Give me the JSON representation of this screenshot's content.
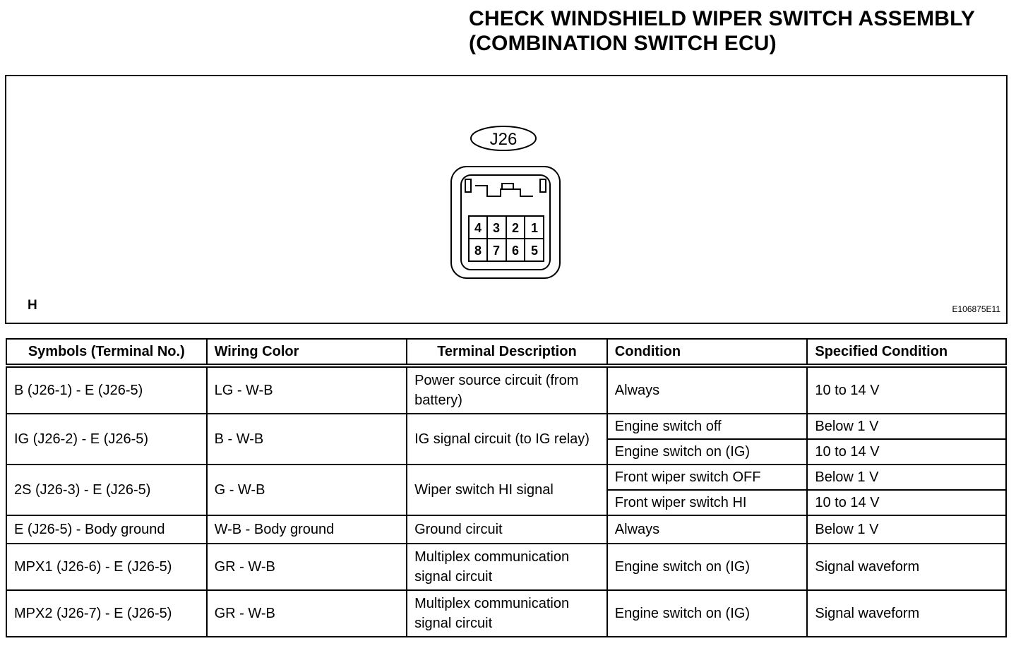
{
  "title": {
    "line1": "CHECK WINDSHIELD WIPER SWITCH ASSEMBLY",
    "line2": "(COMBINATION SWITCH ECU)"
  },
  "diagram": {
    "connector_label": "J26",
    "pins_top": [
      "4",
      "3",
      "2",
      "1"
    ],
    "pins_bottom": [
      "8",
      "7",
      "6",
      "5"
    ],
    "view_mark": "H",
    "figure_id": "E106875E11"
  },
  "table": {
    "headers": [
      "Symbols (Terminal No.)",
      "Wiring Color",
      "Terminal Description",
      "Condition",
      "Specified Condition"
    ],
    "rows": [
      {
        "symbol": "B (J26-1) - E (J26-5)",
        "color": "LG - W-B",
        "desc": "Power source circuit (from battery)",
        "conditions": [
          {
            "condition": "Always",
            "spec": "10 to 14 V"
          }
        ]
      },
      {
        "symbol": "IG (J26-2) - E (J26-5)",
        "color": "B - W-B",
        "desc": "IG signal circuit (to IG relay)",
        "conditions": [
          {
            "condition": "Engine switch off",
            "spec": "Below 1 V"
          },
          {
            "condition": "Engine switch on (IG)",
            "spec": "10 to 14 V"
          }
        ]
      },
      {
        "symbol": "2S (J26-3) - E (J26-5)",
        "color": "G - W-B",
        "desc": "Wiper switch HI signal",
        "conditions": [
          {
            "condition": "Front wiper switch OFF",
            "spec": "Below 1 V"
          },
          {
            "condition": "Front wiper switch HI",
            "spec": "10 to 14 V"
          }
        ]
      },
      {
        "symbol": "E (J26-5) - Body ground",
        "color": "W-B - Body ground",
        "desc": "Ground circuit",
        "conditions": [
          {
            "condition": "Always",
            "spec": "Below 1 V"
          }
        ]
      },
      {
        "symbol": "MPX1 (J26-6) - E (J26-5)",
        "color": "GR - W-B",
        "desc": "Multiplex communication signal circuit",
        "conditions": [
          {
            "condition": "Engine switch on (IG)",
            "spec": "Signal waveform"
          }
        ]
      },
      {
        "symbol": "MPX2 (J26-7) - E (J26-5)",
        "color": "GR - W-B",
        "desc": "Multiplex communication signal circuit",
        "conditions": [
          {
            "condition": "Engine switch on (IG)",
            "spec": "Signal waveform"
          }
        ]
      }
    ]
  }
}
